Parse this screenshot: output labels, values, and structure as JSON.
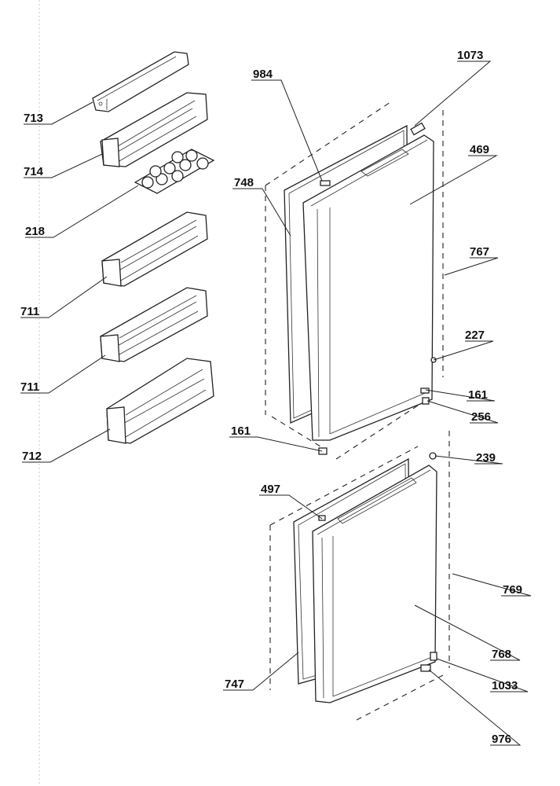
{
  "diagram": {
    "callouts": [
      {
        "id": "713",
        "label": "713"
      },
      {
        "id": "714",
        "label": "714"
      },
      {
        "id": "218",
        "label": "218"
      },
      {
        "id": "711a",
        "label": "711"
      },
      {
        "id": "711b",
        "label": "711"
      },
      {
        "id": "712",
        "label": "712"
      },
      {
        "id": "984",
        "label": "984"
      },
      {
        "id": "1073",
        "label": "1073"
      },
      {
        "id": "469",
        "label": "469"
      },
      {
        "id": "748",
        "label": "748"
      },
      {
        "id": "767",
        "label": "767"
      },
      {
        "id": "227",
        "label": "227"
      },
      {
        "id": "161a",
        "label": "161"
      },
      {
        "id": "256",
        "label": "256"
      },
      {
        "id": "161b",
        "label": "161"
      },
      {
        "id": "239",
        "label": "239"
      },
      {
        "id": "497",
        "label": "497"
      },
      {
        "id": "769",
        "label": "769"
      },
      {
        "id": "768",
        "label": "768"
      },
      {
        "id": "747",
        "label": "747"
      },
      {
        "id": "1033",
        "label": "1033"
      },
      {
        "id": "976",
        "label": "976"
      }
    ]
  }
}
